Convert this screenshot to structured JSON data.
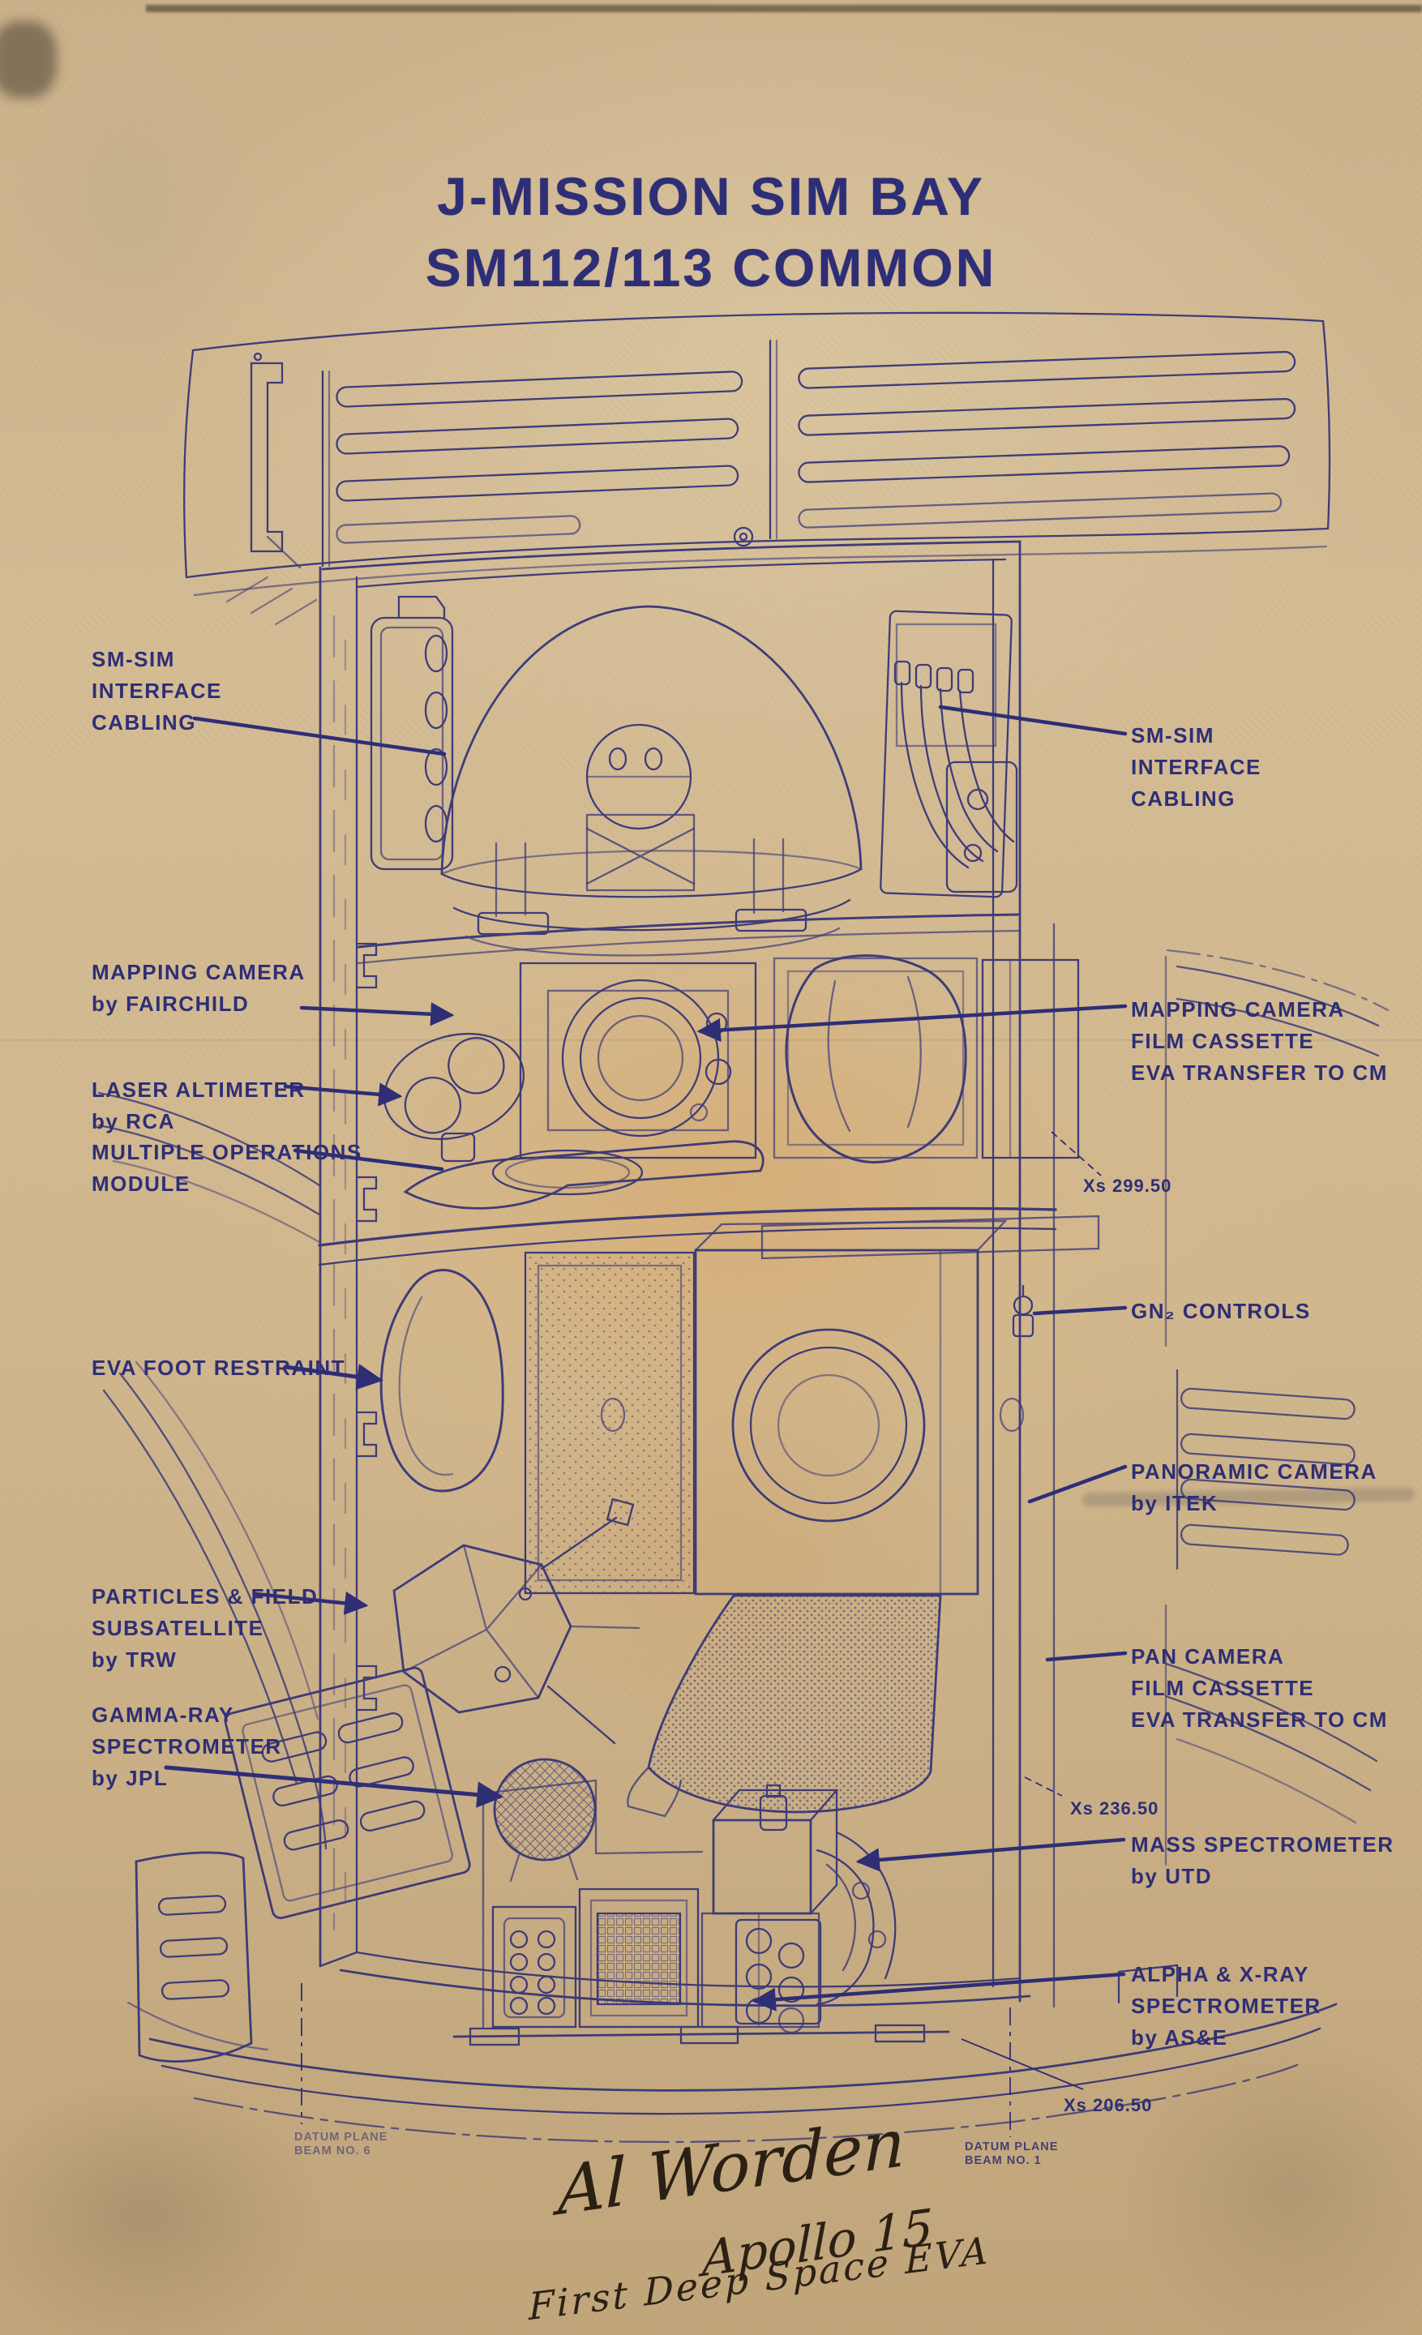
{
  "document": {
    "title": "J-MISSION SIM BAY\nSM112/113 COMMON"
  },
  "callouts": {
    "sm_sim_cabling_left": "SM-SIM\nINTERFACE\nCABLING",
    "mapping_camera": "MAPPING CAMERA\nby FAIRCHILD",
    "laser_altimeter": "LASER ALTIMETER\nby RCA",
    "multiple_operations_module": "MULTIPLE OPERATIONS\nMODULE",
    "eva_foot_restraint": "EVA FOOT RESTRAINT",
    "particles_field_subsatellite": "PARTICLES & FIELD\nSUBSATELLITE\nby TRW",
    "gamma_ray_spectrometer": "GAMMA-RAY\nSPECTROMETER\nby JPL",
    "sm_sim_cabling_right": "SM-SIM\nINTERFACE\nCABLING",
    "mapping_camera_film_cassette": "MAPPING CAMERA\nFILM CASSETTE\nEVA TRANSFER TO CM",
    "gn2_controls": "GN₂ CONTROLS",
    "panoramic_camera": "PANORAMIC CAMERA\nby ITEK",
    "pan_camera_film_cassette": "PAN CAMERA\nFILM CASSETTE\nEVA TRANSFER TO CM",
    "mass_spectrometer": "MASS SPECTROMETER\nby UTD",
    "alpha_xray_spectrometer": "ALPHA & X-RAY\nSPECTROMETER\nby AS&E"
  },
  "stations": {
    "xs_299": "Xs 299.50",
    "xs_236": "Xs 236.50",
    "xs_206": "Xs 206.50"
  },
  "datum_planes": {
    "left": "DATUM PLANE\nBEAM NO. 6",
    "right": "DATUM PLANE\nBEAM NO. 1"
  },
  "handwriting": {
    "name": "Al Worden",
    "mission": "Apollo 15",
    "note": "First Deep Space EVA"
  },
  "colors": {
    "ink": "#2e2e76",
    "paper": "#cfb68f",
    "pen": "#2b2014"
  }
}
